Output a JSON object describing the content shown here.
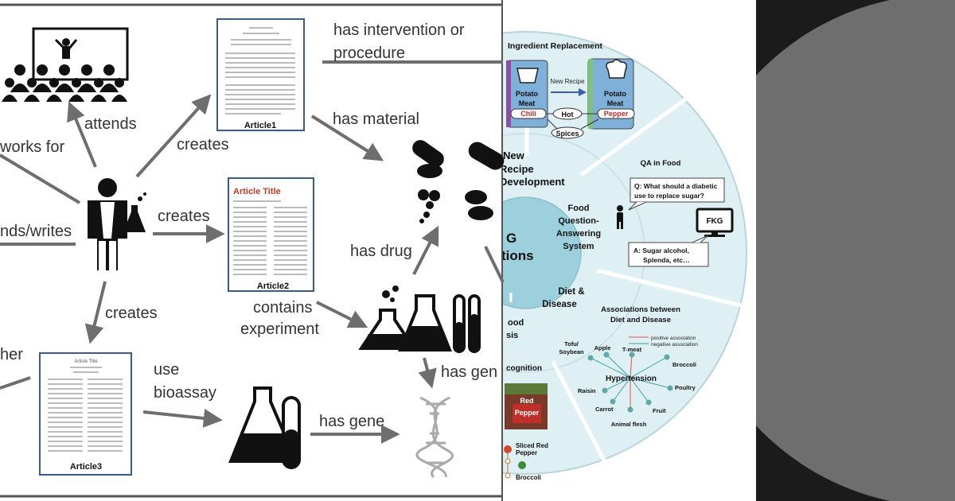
{
  "left_panel": {
    "edges": {
      "attends": "attends",
      "works_for": "works for",
      "reads_writes": "nds/writes",
      "creates_1": "creates",
      "creates_2": "creates",
      "creates_3": "creates",
      "has_intervention_line1": "has intervention or",
      "has_intervention_line2": "procedure",
      "has_material": "has material",
      "has_drug": "has drug",
      "contains_line1": "contains",
      "contains_line2": "experiment",
      "has_gene_1": "has gen",
      "use_line1": "use",
      "use_line2": "bioassay",
      "has_gene_2": "has gene",
      "other_fragment": "her"
    },
    "articles": {
      "a1_label": "Article1",
      "a2_label": "Article2",
      "a2_title": "Article Title",
      "a3_label": "Article3",
      "a3_title": "Article Title"
    }
  },
  "right_panel": {
    "sections": {
      "ingredient_replacement": "Ingredient Replacement",
      "new_recipe_line1": "New",
      "new_recipe_line2": "Recipe",
      "new_recipe_line3": "Development",
      "center_line1": "G",
      "center_line2": "tions",
      "fqa_line1": "Food",
      "fqa_line2": "Question-",
      "fqa_line3": "Answering",
      "fqa_line4": "System",
      "diet_line1": "Diet &",
      "diet_line2": "Disease",
      "food_line1": "ood",
      "food_line2": "sis",
      "recognition": "cognition"
    },
    "recipe": {
      "new_recipe_arrow": "New Recipe",
      "bowl1_line1": "Potato",
      "bowl1_line2": "Meat",
      "bowl1_tag": "Chili",
      "bowl2_line1": "Potato",
      "bowl2_line2": "Meat",
      "bowl2_tag": "Pepper",
      "hot": "Hot",
      "spices": "Spices"
    },
    "qa": {
      "title": "QA in  Food",
      "question_line1": "Q: What should a diabetic",
      "question_line2": "use to replace sugar?",
      "fkg": "FKG",
      "answer_line1": "A:  Sugar alcohol,",
      "answer_line2": "Splenda, etc…"
    },
    "assoc": {
      "title_line1": "Associations between",
      "title_line2": "Diet and Disease",
      "legend_pos": "positive association",
      "legend_neg": "negative association",
      "center": "Hypertension",
      "tofu_line1": "Tofu/",
      "tofu_line2": "Soybean",
      "apple": "Apple",
      "tmeat": "T-meat",
      "broccoli": "Broccoli",
      "raisin": "Raisin",
      "poultry": "Poultry",
      "carrot": "Carrot",
      "fruit": "Fruit",
      "animal_flesh": "Animal flesh"
    },
    "recog": {
      "red_pepper_line1": "Red",
      "red_pepper_line2": "Pepper",
      "sliced_line1": "Sliced Red",
      "sliced_line2": "Pepper",
      "broccoli": "Broccoli"
    }
  },
  "colors": {
    "arrow": "#6e6e6e",
    "wheel_fill": "#dff0f4",
    "wheel_center": "#9dd0dd",
    "positive": "#e05050",
    "negative": "#3aa0a0",
    "tag_red": "#c0282b",
    "pot_fill": "#7fb0d9",
    "bar_green": "#7cc47a",
    "bar_purple": "#8c4fa0",
    "dark_panel": "#1b1b1b",
    "dark_circle": "#6e6e6e"
  }
}
